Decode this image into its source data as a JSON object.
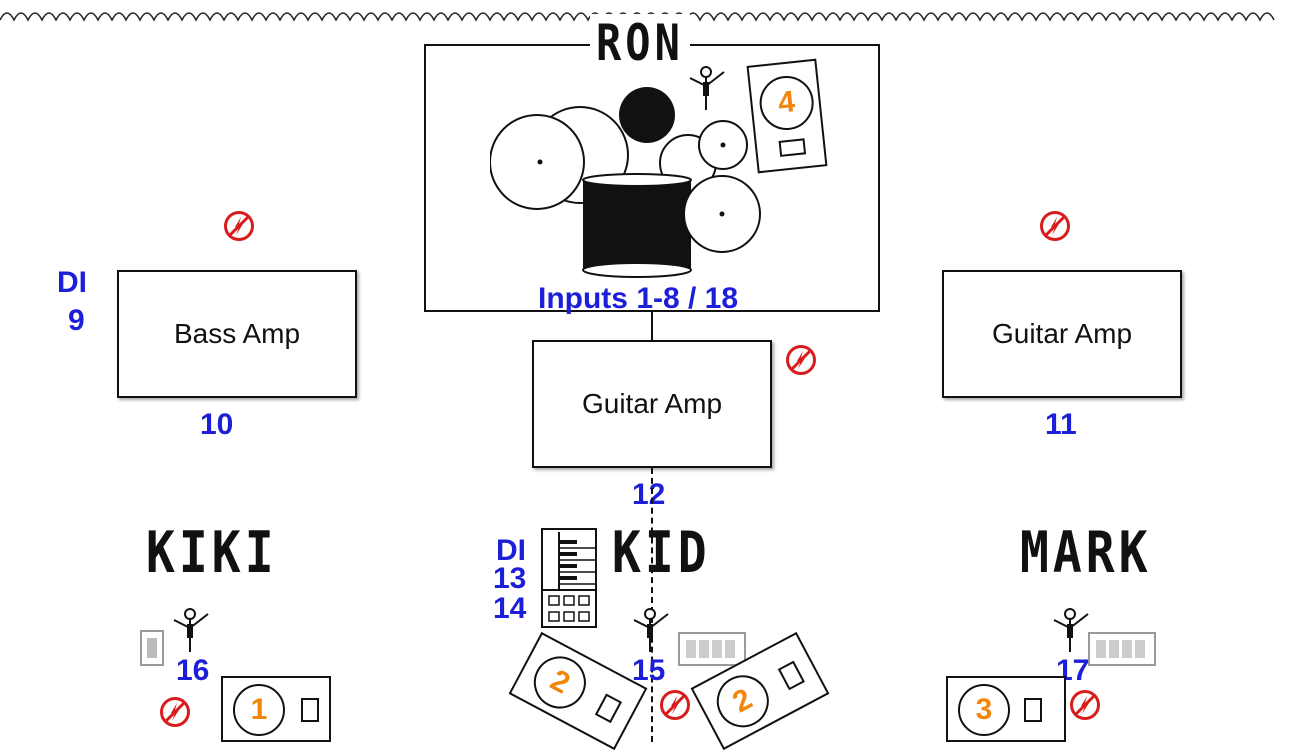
{
  "members": {
    "drummer": "RON",
    "left": "KIKI",
    "center": "KID",
    "right": "MARK"
  },
  "amps": {
    "bass": "Bass Amp",
    "guitar_center": "Guitar Amp",
    "guitar_right": "Guitar Amp"
  },
  "inputs": {
    "drums": "Inputs 1-8 / 18",
    "bass_di_label": "DI",
    "bass_di_num": "9",
    "bass_amp": "10",
    "guitar_right": "11",
    "guitar_center": "12",
    "keys_di_label": "DI",
    "keys_1": "13",
    "keys_2": "14",
    "vocal_center": "15",
    "vocal_left": "16",
    "vocal_right": "17"
  },
  "monitors": {
    "left": "1",
    "center_left": "2",
    "center_right": "2",
    "right": "3",
    "drum": "4"
  },
  "colors": {
    "input_blue": "#1d1fd8",
    "monitor_orange": "#f0860a",
    "power_red": "#d81c1c"
  },
  "icons": {
    "power": "no-power-icon",
    "mic": "mic-stand-icon",
    "wedge": "wedge-monitor-icon",
    "keyboard": "keyboard-icon",
    "in_ear": "in-ear-pack-icon"
  }
}
